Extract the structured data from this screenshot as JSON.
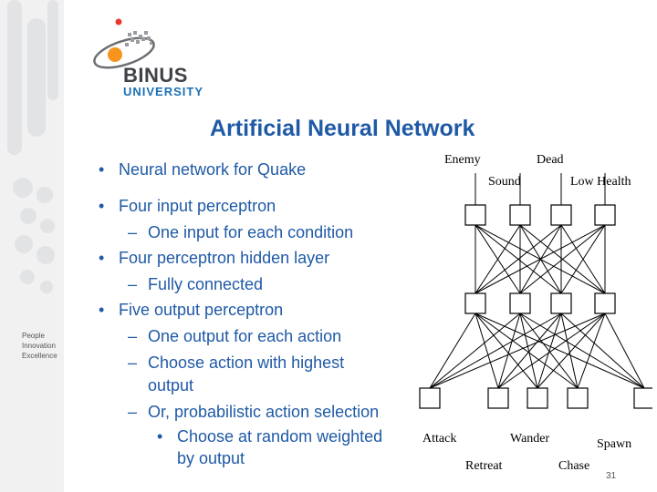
{
  "branding": {
    "name": "BINUS",
    "subtitle": "UNIVERSITY",
    "tagline": [
      "People",
      "Innovation",
      "Excellence"
    ]
  },
  "slide": {
    "title": "Artificial Neural Network",
    "page_number": "31",
    "bullets": [
      {
        "marker": "•",
        "text": "Neural network for Quake"
      },
      {
        "marker": "•",
        "text": "Four input perceptron"
      },
      {
        "marker": "–",
        "text": "One input for each condition"
      },
      {
        "marker": "•",
        "text": "Four perceptron hidden layer"
      },
      {
        "marker": "–",
        "text": "Fully connected"
      },
      {
        "marker": "•",
        "text": "Five output perceptron"
      },
      {
        "marker": "–",
        "text": "One output for each action"
      },
      {
        "marker": "–",
        "text": "Choose action with highest"
      },
      {
        "marker": "",
        "text": "output"
      },
      {
        "marker": "–",
        "text": "Or, probabilistic action selection"
      },
      {
        "marker": "•",
        "text": "Choose at random weighted"
      },
      {
        "marker": "",
        "text": "by output"
      }
    ]
  },
  "network": {
    "inputs": [
      "Enemy",
      "Sound",
      "Dead",
      "Low Health"
    ],
    "hidden_count": 4,
    "outputs": [
      "Attack",
      "Retreat",
      "Wander",
      "Chase",
      "Spawn"
    ]
  },
  "colors": {
    "title": "#1f5aa6",
    "bullet_text": "#1f5aa6",
    "brand_orange": "#f7941d",
    "brand_blue": "#1a70b4",
    "sidebar": "#f1f1f2"
  }
}
